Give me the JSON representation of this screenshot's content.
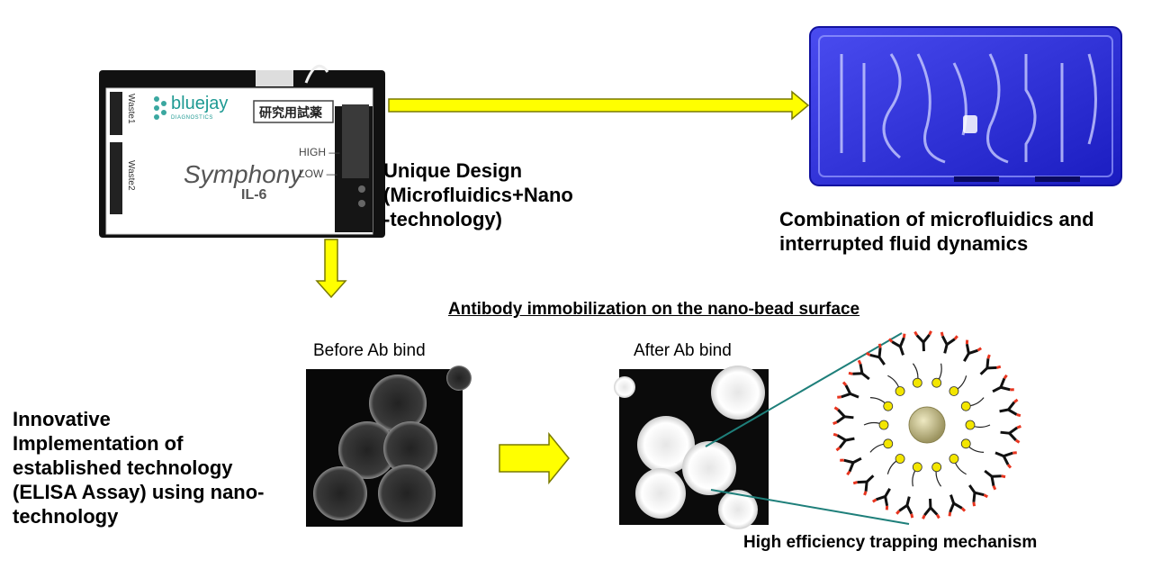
{
  "device": {
    "brand": "bluejay",
    "brand_sub": "DIAGNOSTICS",
    "research_label": "研究用試薬",
    "product_name": "Symphony",
    "product_sub": "IL-6",
    "waste1": "Waste1",
    "waste2": "Waste2",
    "high": "HIGH —",
    "low": "LOW —"
  },
  "captions": {
    "unique_design": [
      "Unique Design",
      "(Microfluidics+Nano",
      "-technology)"
    ],
    "combination": [
      "Combination of microfluidics and",
      "interrupted fluid dynamics"
    ],
    "innovative": [
      "Innovative",
      "Implementation of",
      "established technology",
      "(ELISA Assay) using nano-",
      "technology"
    ],
    "antibody_title": "Antibody immobilization on the nano-bead surface",
    "before_label": "Before Ab bind",
    "after_label": "After Ab bind",
    "trapping": "High efficiency trapping mechanism"
  },
  "colors": {
    "arrow_fill": "#ffff00",
    "arrow_stroke": "#7a7a00",
    "chip_blue": "#2a2cd8",
    "teal_line": "#1e7f7a",
    "antibody_red": "#e8351f",
    "bead_yellow": "#f3e600",
    "core_bead": "#c9c07a"
  },
  "icons": [
    "cartridge-device",
    "microfluidic-chip",
    "antibody-bead-diagram"
  ]
}
